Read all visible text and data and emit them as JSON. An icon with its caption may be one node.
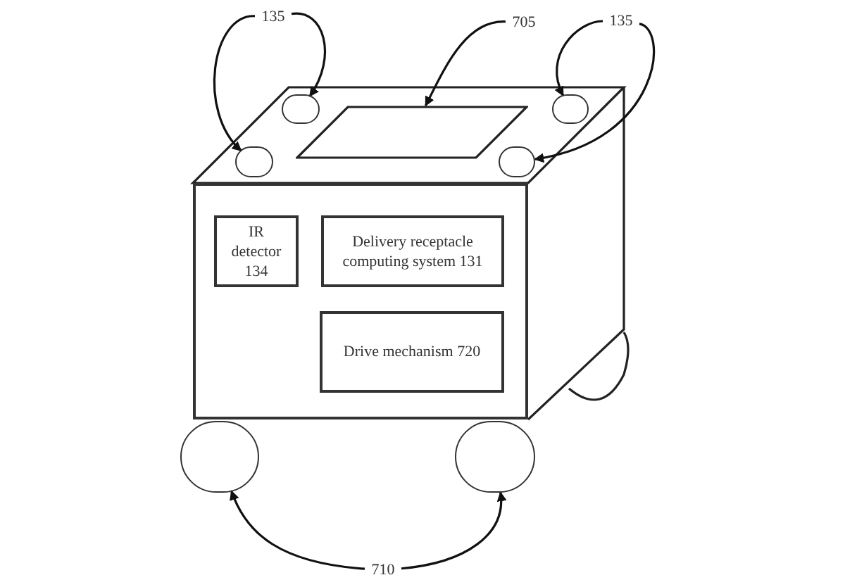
{
  "diagram": {
    "nodes": [
      {
        "text": [
          "135"
        ]
      },
      {
        "text": [
          "705"
        ]
      },
      {
        "text": [
          "135"
        ]
      },
      {
        "text": [],
        "shape": "circle"
      },
      {
        "text": [],
        "shape": "parallelogram"
      },
      {
        "text": [],
        "shape": "circle"
      },
      {
        "text": [],
        "shape": "circle"
      },
      {
        "text": [],
        "shape": "circle"
      },
      {
        "text": [],
        "shape": "box"
      },
      {
        "text": [
          "IR detector 134"
        ],
        "in": 8
      },
      {
        "text": [
          "Delivery receptacle computing system  131"
        ],
        "in": 8
      },
      {
        "text": [
          "Drive mechanism 720"
        ],
        "in": 8
      },
      {
        "text": [],
        "shape": "circle"
      },
      {
        "text": [],
        "shape": "circle"
      },
      {
        "text": [
          "710"
        ]
      }
    ],
    "edges": [
      {
        "from": 0,
        "to": 3,
        "arrow": "to"
      },
      {
        "from": 0,
        "to": 6,
        "arrow": "to"
      },
      {
        "from": 1,
        "to": 4,
        "arrow": "to"
      },
      {
        "from": 2,
        "to": 5,
        "arrow": "to"
      },
      {
        "from": 2,
        "to": 7,
        "arrow": "to"
      },
      {
        "from": 14,
        "to": 12,
        "arrow": "to"
      },
      {
        "from": 14,
        "to": 13,
        "arrow": "to"
      }
    ]
  }
}
